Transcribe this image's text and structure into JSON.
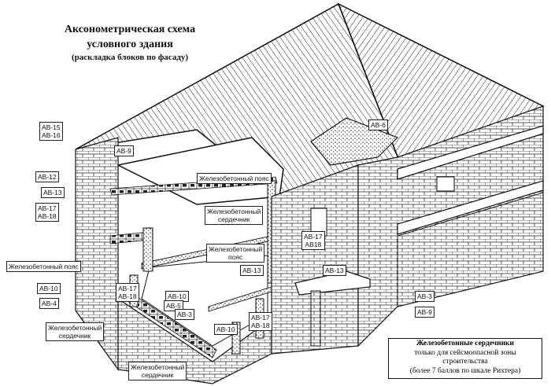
{
  "title": {
    "line1": "Аксонометрическая схема",
    "line2": "условного здания",
    "line3": "(раскладка блоков по фасаду)"
  },
  "labels": {
    "ab15_16": [
      "АВ-15",
      "АВ-16"
    ],
    "ab9_top": "АВ-9",
    "ab12": "АВ-12",
    "ab13_left": "АВ-13",
    "ab17_18_left": [
      "АВ-17",
      "АВ-18"
    ],
    "ab6": "АВ-6",
    "ab17_18_mid": [
      "АВ-17",
      "АВ18"
    ],
    "ab13_center": "АВ-13",
    "ab13_porch": "АВ-13",
    "ab10_left": "АВ-10",
    "ab4": "АВ-4",
    "ab17_18_inner": [
      "АВ-17",
      "АВ-18"
    ],
    "ab10_inner": "АВ-10",
    "ab5": "АВ-5",
    "ab3_inner": "АВ-3",
    "ab10_bottom": "АВ-10",
    "ab17_18_bottom": [
      "АВ-17",
      "АВ-18"
    ],
    "ab3_right": "АВ-3",
    "ab9_right": "АВ-9",
    "belt1": "Железобетонный пояс",
    "core1": [
      "Железобетонный",
      "сердечник"
    ],
    "belt2": [
      "Железобетонный",
      "пояс"
    ],
    "belt_left": "Железобетонный пояс",
    "core_left": [
      "Железобетонный",
      "сердечник"
    ],
    "core_bottom": [
      "Железобетонный",
      "сердечник"
    ]
  },
  "note": {
    "line1": "Железобетонные сердечники",
    "line2": "только для сейсмоопасной зоны",
    "line3": "строительства",
    "line4": "(более 7 баллов по шкале Рихтера)"
  },
  "colors": {
    "ink": "#111111",
    "paper": "#ffffff",
    "shade": "#9a9a9a"
  }
}
